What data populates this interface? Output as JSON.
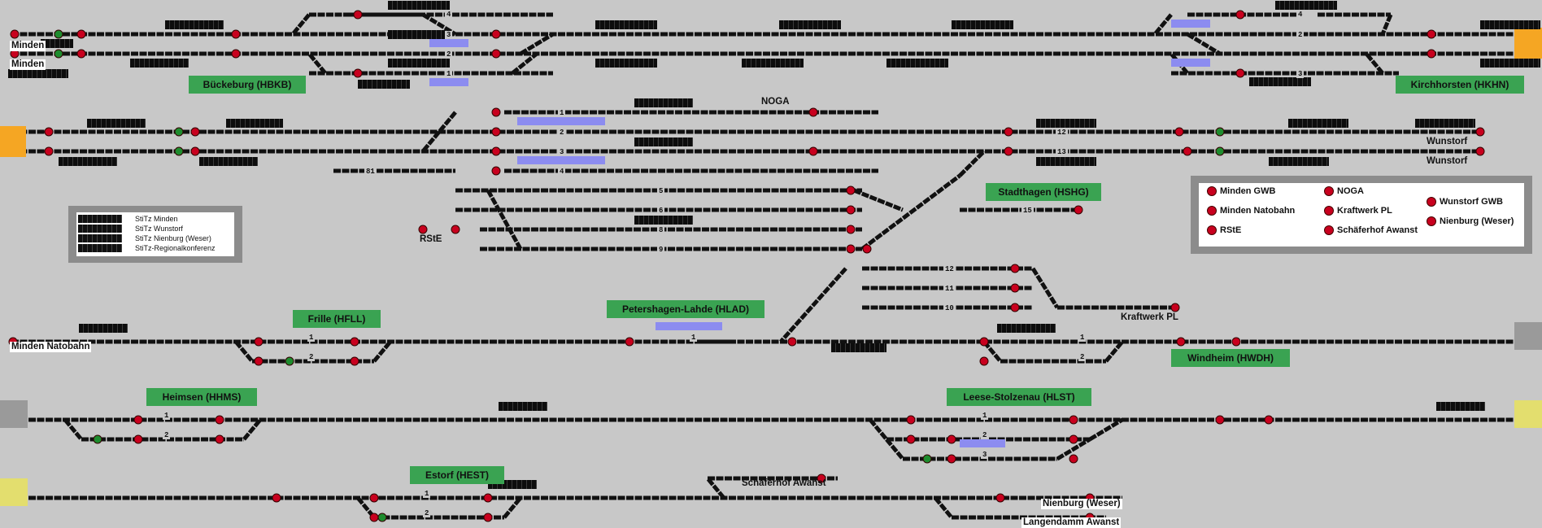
{
  "stations": [
    {
      "id": "hbkb",
      "name": "Bückeburg (HBKB)"
    },
    {
      "id": "hkhn",
      "name": "Kirchhorsten (HKHN)"
    },
    {
      "id": "hshg",
      "name": "Stadthagen (HSHG)"
    },
    {
      "id": "hfll",
      "name": "Frille (HFLL)"
    },
    {
      "id": "hlad",
      "name": "Petershagen-Lahde (HLAD)"
    },
    {
      "id": "hwdh",
      "name": "Windheim (HWDH)"
    },
    {
      "id": "hhms",
      "name": "Heimsen (HHMS)"
    },
    {
      "id": "hlst",
      "name": "Leese-Stolzenau (HLST)"
    },
    {
      "id": "hest",
      "name": "Estorf (HEST)"
    }
  ],
  "places": {
    "minden_1": "Minden",
    "minden_2": "Minden",
    "noga": "NOGA",
    "wunstorf_1": "Wunstorf",
    "wunstorf_2": "Wunstorf",
    "rste": "RStE",
    "kraftwerk": "Kraftwerk PL",
    "minden_natobahn": "Minden Natobahn",
    "schaeferhof": "Schäferhof Awanst",
    "nienburg": "Nienburg (Weser)",
    "langendamm": "Langendamm Awanst"
  },
  "legend": {
    "items": [
      "StiTz Minden",
      "StiTz Wunstorf",
      "StiTz Nienburg (Weser)",
      "StiTz-Regionalkonferenz"
    ]
  },
  "key": {
    "items": [
      "Minden GWB",
      "NOGA",
      "Wunstorf GWB",
      "Minden Natobahn",
      "Kraftwerk PL",
      "Nienburg (Weser)",
      "RStE",
      "Schäferhof Awanst"
    ]
  },
  "track_numbers": {
    "hbkb": [
      "4",
      "2",
      "1",
      "3"
    ],
    "hkhn": [
      "4",
      "2",
      "3"
    ],
    "hshg_yard": [
      "1",
      "2",
      "3",
      "4",
      "5",
      "6",
      "8",
      "9"
    ],
    "hshg_main": [
      "12",
      "13"
    ],
    "hshg_side": [
      "81",
      "15"
    ],
    "wdh": [
      "12",
      "11",
      "10"
    ],
    "hfll": [
      "1",
      "2"
    ],
    "hlad": [
      "1"
    ],
    "hwdh": [
      "1",
      "2"
    ],
    "hhms": [
      "1",
      "2"
    ],
    "hlst": [
      "1",
      "2",
      "3"
    ],
    "hest": [
      "1",
      "2"
    ]
  },
  "colors": {
    "background": "#c8c8c8",
    "station_label": "#3aa352",
    "signal_red": "#c8001e",
    "signal_green": "#1e8c2e",
    "track": "#111111",
    "occupied": "#8c8cf0",
    "boundary_orange": "#f5a623",
    "boundary_yellow": "#e3de6e",
    "boundary_grey": "#9a9a9a"
  }
}
